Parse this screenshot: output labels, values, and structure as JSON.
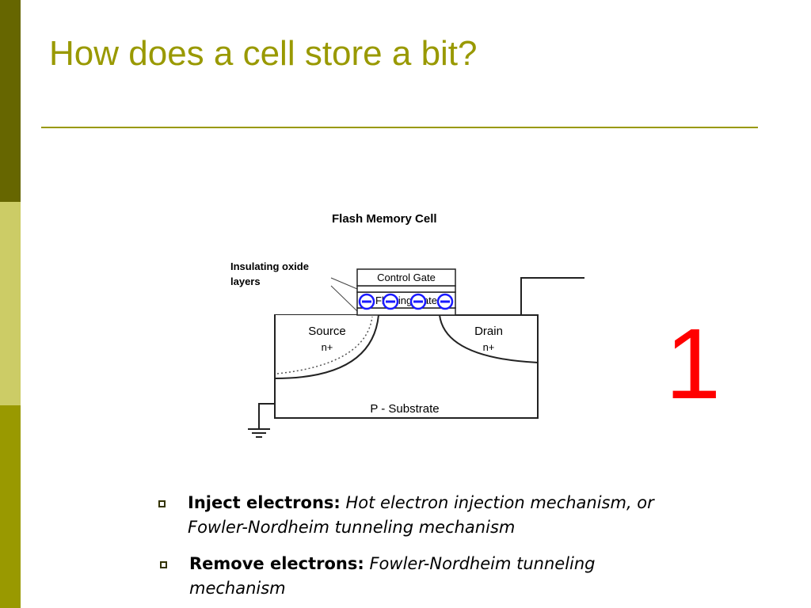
{
  "slide": {
    "title": "How does a cell store a bit?",
    "big_digit": "1",
    "colors": {
      "title": "#999900",
      "rule": "#999900",
      "sidebar_dark": "#666600",
      "sidebar_light": "#cccc66",
      "sidebar_mid": "#999900",
      "big_digit": "#ff0000",
      "electron": "#1a1aff"
    }
  },
  "diagram": {
    "title": "Flash Memory Cell",
    "labels": {
      "oxide_line1": "Insulating oxide",
      "oxide_line2": "layers",
      "control_gate": "Control Gate",
      "floating_gate": "Floating Gate",
      "source": "Source",
      "source_type": "n+",
      "drain": "Drain",
      "drain_type": "n+",
      "substrate": "P - Substrate"
    },
    "electron_count": 4
  },
  "bullets": [
    {
      "term": "Inject electrons:",
      "line1": "Hot electron injection mechanism, or",
      "line2": "Fowler-Nordheim tunneling mechanism"
    },
    {
      "term": "Remove electrons:",
      "line1": "Fowler-Nordheim tunneling",
      "line2": "mechanism"
    }
  ]
}
